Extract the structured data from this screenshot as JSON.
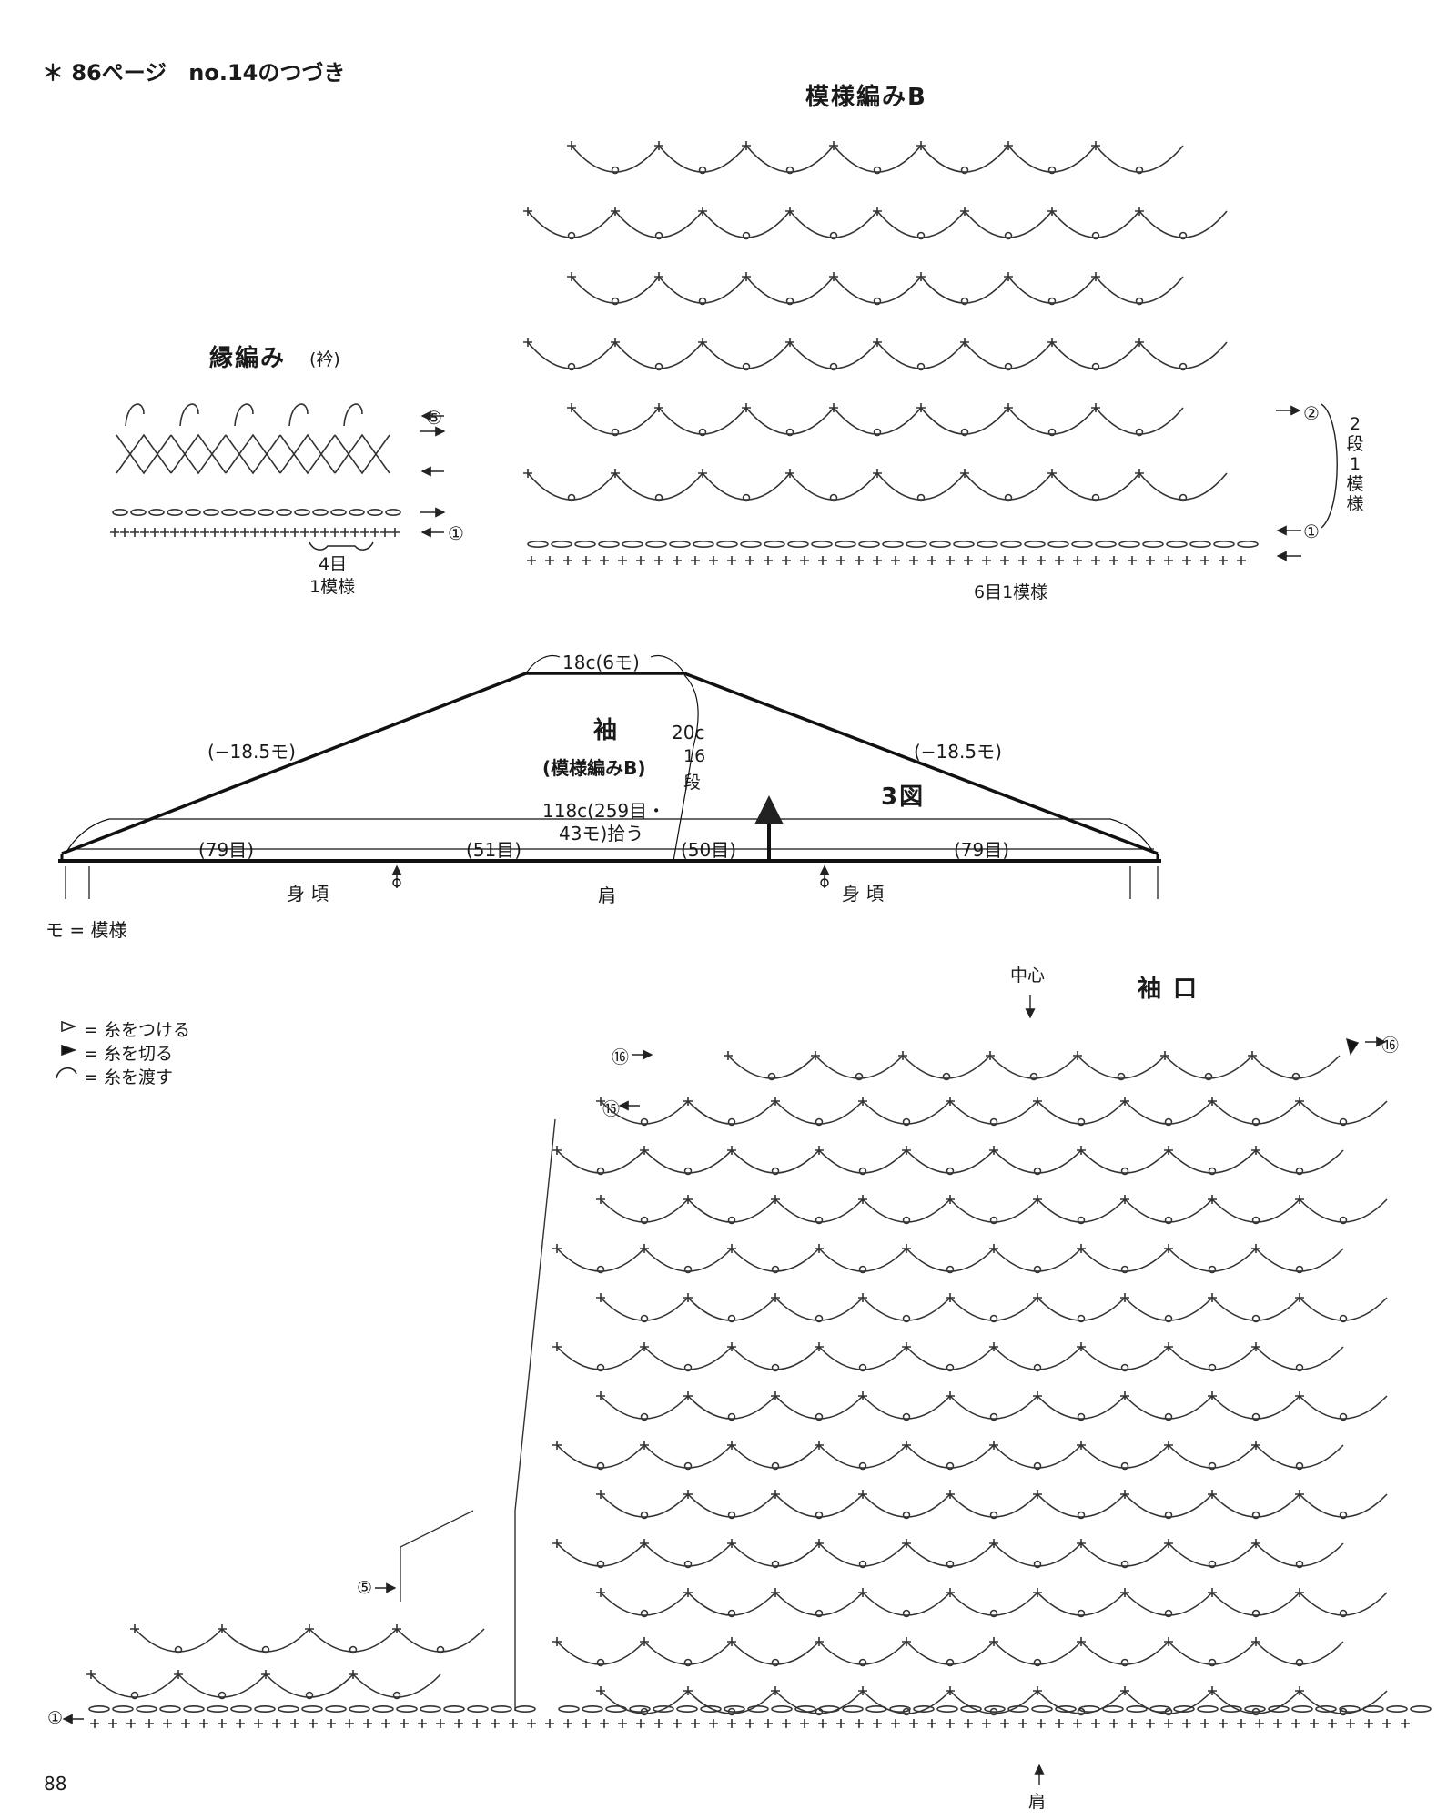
{
  "header": {
    "continuation": "＊ 86ページ　no.14のつづき"
  },
  "edging": {
    "title": "縁編み",
    "title_sub": "(衿)",
    "repeat": "4目\n1模様",
    "repeat_line1": "4目",
    "repeat_line2": "1模様",
    "rows": [
      "⑤",
      "①"
    ]
  },
  "patternB": {
    "title": "模様編みB",
    "rows": [
      "②",
      "①"
    ],
    "repeat_side": "2段1模様",
    "repeat_bottom": "6目1模様"
  },
  "sleeve": {
    "top": "18c(6モ)",
    "left_dec": "(−18.5モ)",
    "right_dec": "(−18.5モ)",
    "name": "袖",
    "name_sub": "(模様編みB)",
    "height": "20c",
    "height_rows": "16\n段",
    "rows_num": "16",
    "rows_unit": "段",
    "pickup_line1": "118c(259目・",
    "pickup_line2": "43モ)拾う",
    "figure": "3図",
    "seg1": "(79目)",
    "seg2": "(51目)",
    "seg3": "(50目)",
    "seg4": "(79目)",
    "body_left": "身 頃",
    "shoulder": "肩",
    "body_right": "身 頃"
  },
  "legend_mo": "モ = 模様",
  "legend": {
    "attach": "= 糸をつける",
    "cut": "= 糸を切る",
    "carry": "= 糸を渡す"
  },
  "cuff": {
    "title": "袖 口",
    "center": "中心",
    "shoulder": "肩",
    "rows": [
      "⑯",
      "⑮",
      "⑤",
      "①",
      "⑯"
    ]
  },
  "page_number": "88"
}
